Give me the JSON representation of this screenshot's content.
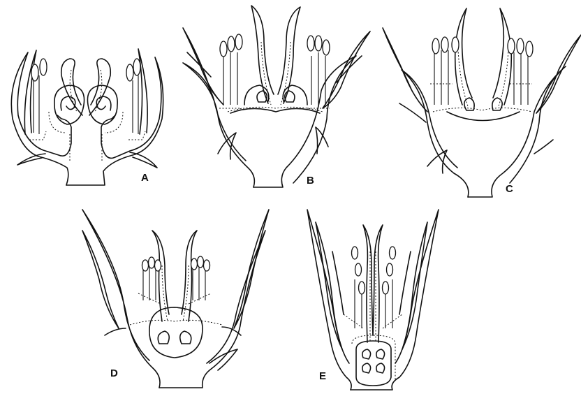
{
  "figure": {
    "panels": [
      {
        "id": "A",
        "label": "A"
      },
      {
        "id": "B",
        "label": "B"
      },
      {
        "id": "C",
        "label": "C"
      },
      {
        "id": "D",
        "label": "D"
      },
      {
        "id": "E",
        "label": "E"
      }
    ]
  },
  "colors": {
    "ink": "#111111",
    "background": "#ffffff"
  }
}
